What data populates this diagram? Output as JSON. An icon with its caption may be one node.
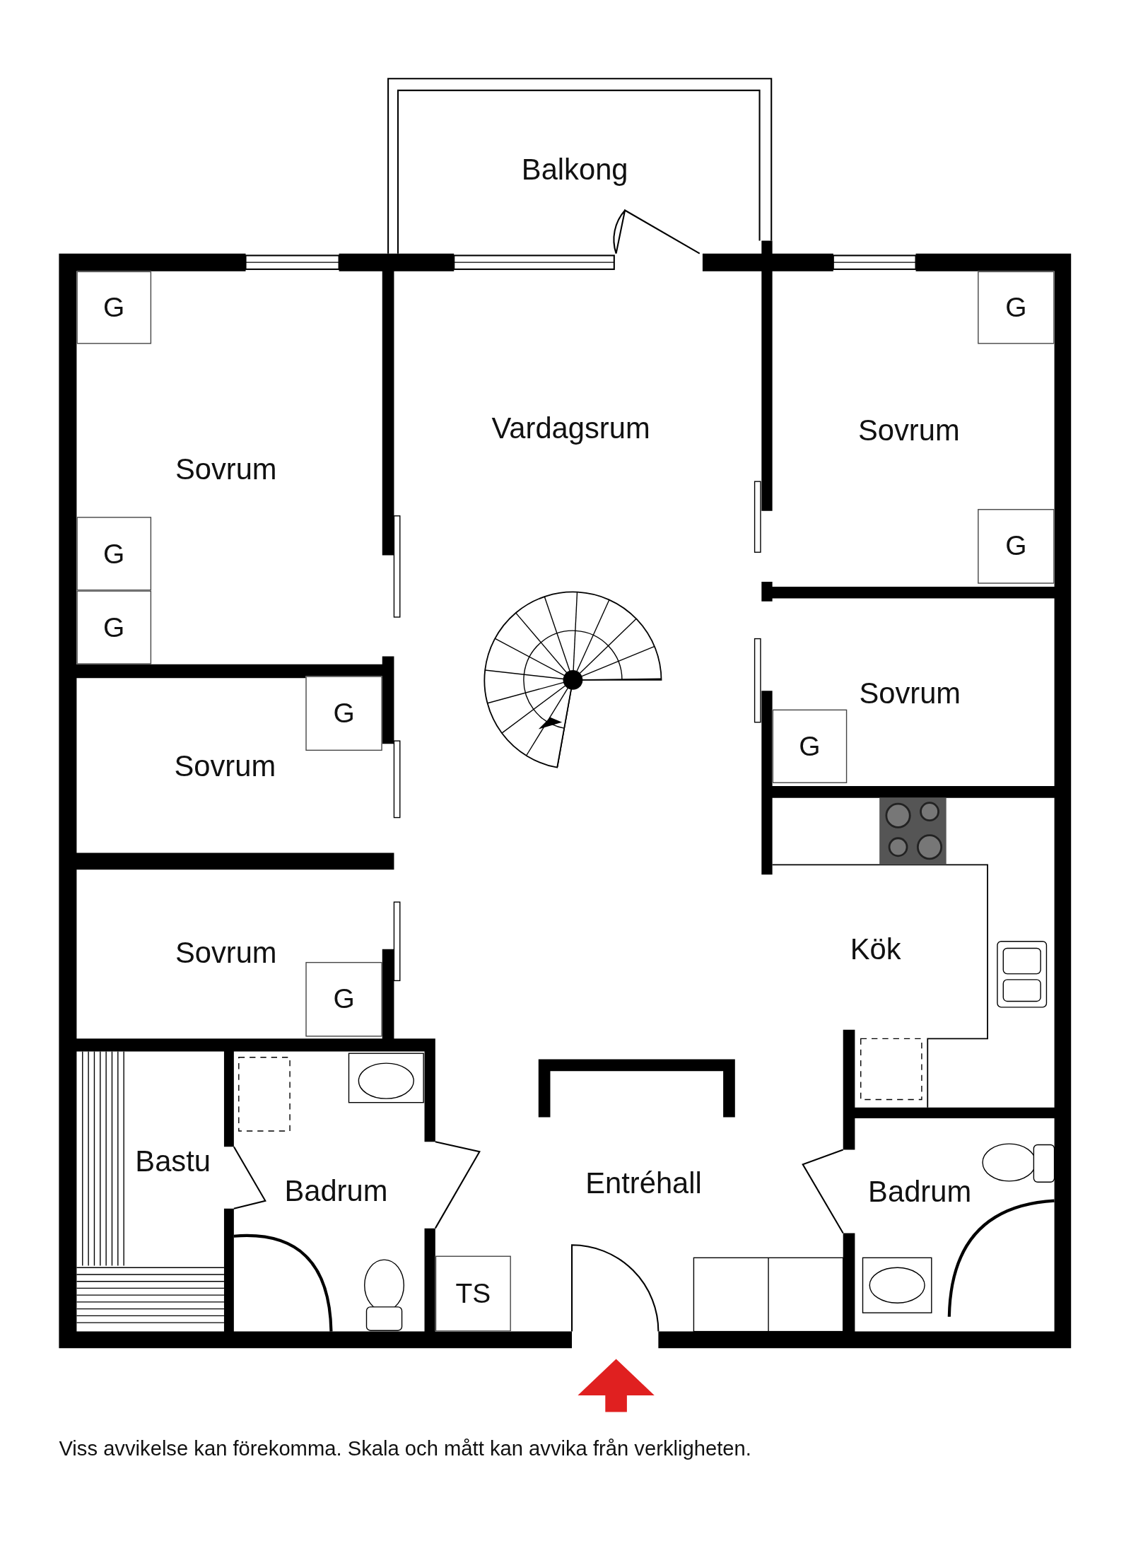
{
  "diagram": {
    "caption": "Viss avvikelse kan förekomma. Skala och mått kan avvika från verkligheten.",
    "nodes": [
      {
        "text": [
          "Balkong"
        ]
      },
      {
        "text": [
          "Sovrum"
        ]
      },
      {
        "text": [
          "G"
        ],
        "in": 1
      },
      {
        "text": [
          "G"
        ],
        "in": 1
      },
      {
        "text": [
          "G"
        ],
        "in": 1
      },
      {
        "text": [
          "Vardagsrum"
        ]
      },
      {
        "text": [
          "Sovrum"
        ]
      },
      {
        "text": [
          "G"
        ],
        "in": 6
      },
      {
        "text": [
          "G"
        ],
        "in": 6
      },
      {
        "text": [
          "Sovrum"
        ]
      },
      {
        "text": [
          "G"
        ],
        "in": 9
      },
      {
        "text": [
          "Sovrum"
        ]
      },
      {
        "text": [
          "G"
        ],
        "in": 11
      },
      {
        "text": [
          "Sovrum"
        ]
      },
      {
        "text": [
          "G"
        ],
        "in": 13
      },
      {
        "text": [
          "Kök"
        ]
      },
      {
        "text": [
          "Bastu"
        ]
      },
      {
        "text": [
          "Badrum"
        ]
      },
      {
        "text": [
          "Entréhall"
        ]
      },
      {
        "text": [
          "TS"
        ],
        "in": 18
      },
      {
        "text": [
          "Badrum"
        ]
      }
    ]
  }
}
